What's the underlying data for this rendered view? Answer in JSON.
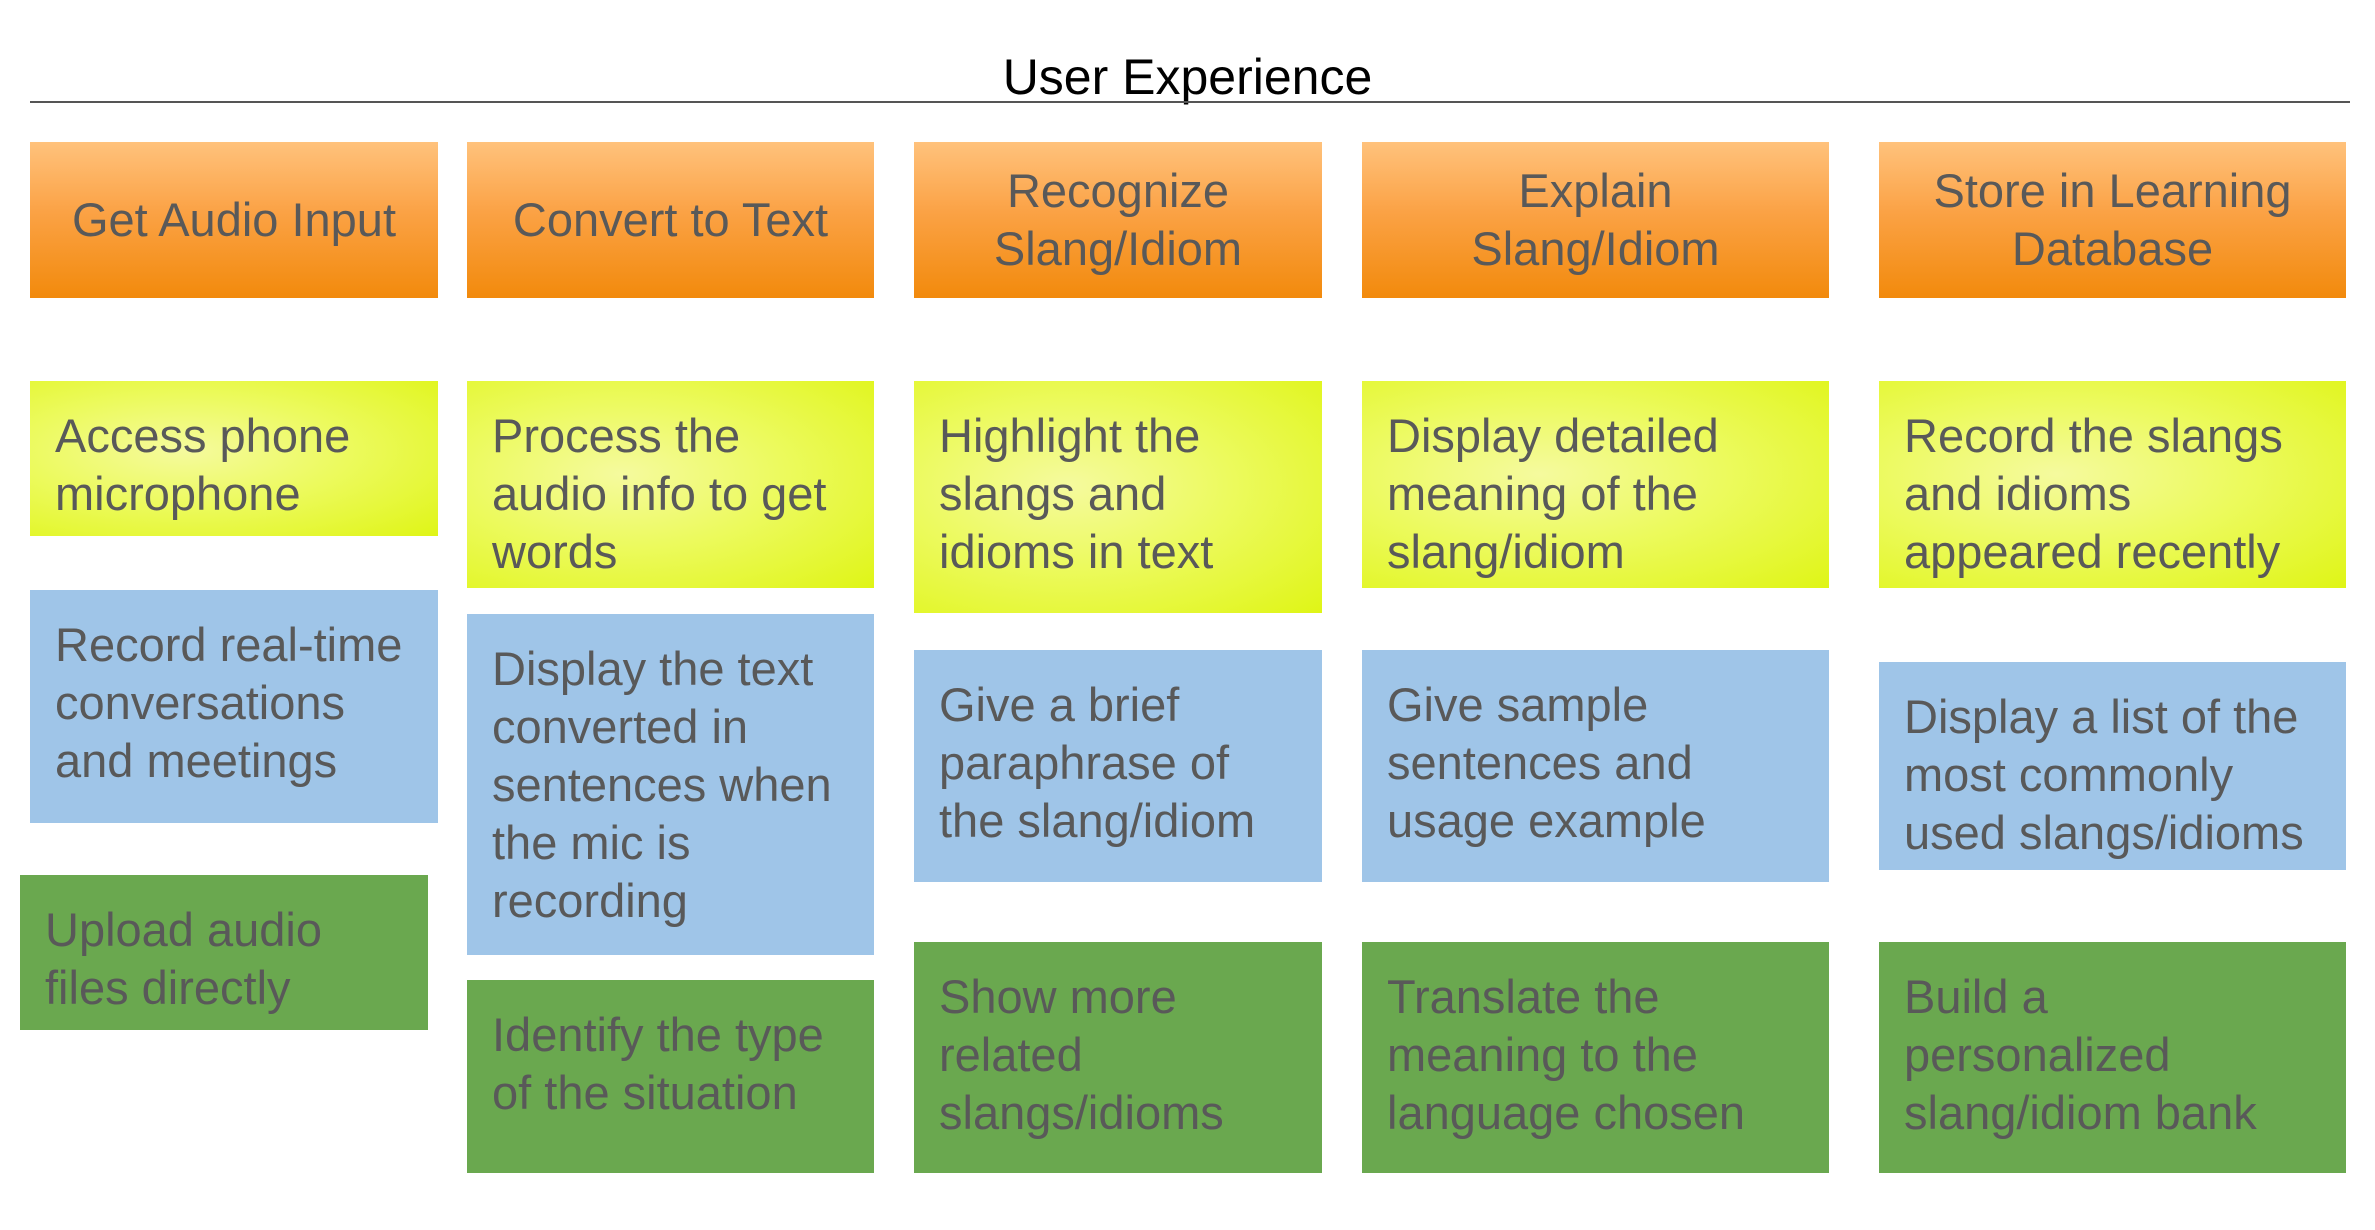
{
  "title": "User Experience",
  "columns": [
    {
      "header": "Get Audio Input",
      "items": [
        "Access phone microphone",
        "Record real-time conversations and meetings",
        "Upload audio files directly"
      ]
    },
    {
      "header": "Convert to Text",
      "items": [
        "Process the audio info to get words",
        "Display the text converted in sentences when the mic is recording",
        "Identify the type of the situation"
      ]
    },
    {
      "header": "Recognize Slang/Idiom",
      "items": [
        "Highlight the slangs and idioms in text",
        "Give a brief paraphrase of the slang/idiom",
        "Show more related slangs/idioms"
      ]
    },
    {
      "header": "Explain Slang/Idiom",
      "items": [
        "Display detailed meaning of the slang/idiom",
        "Give sample sentences and usage example",
        "Translate the meaning to the language chosen"
      ]
    },
    {
      "header": "Store in Learning Database",
      "items": [
        "Record the slangs and idioms appeared recently",
        "Display a list of the most commonly used slangs/idioms",
        "Build a personalized slang/idiom bank"
      ]
    }
  ]
}
